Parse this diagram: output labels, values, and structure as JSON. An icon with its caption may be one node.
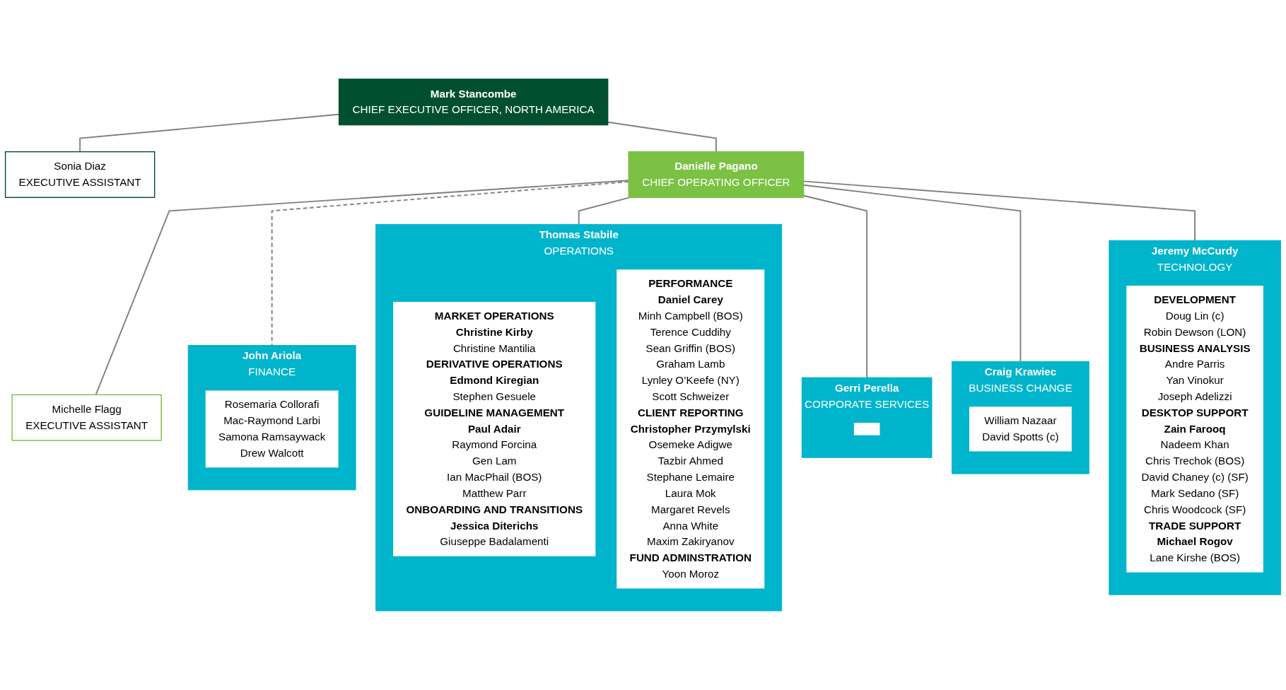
{
  "diagram": {
    "nodes": [
      {
        "text": [
          "Mark Stancombe",
          "CHIEF EXECUTIVE OFFICER, NORTH AMERICA"
        ]
      },
      {
        "text": [
          "Sonia Diaz",
          "EXECUTIVE ASSISTANT"
        ]
      },
      {
        "text": [
          "Danielle Pagano",
          "CHIEF OPERATING OFFICER"
        ]
      },
      {
        "text": [
          "Michelle Flagg",
          "EXECUTIVE ASSISTANT"
        ]
      },
      {
        "text": [
          "John Ariola",
          "FINANCE"
        ]
      },
      {
        "text": [
          "Rosemaria Collorafi",
          "Mac-Raymond Larbi",
          "Samona Ramsaywack",
          "Drew Walcott"
        ],
        "in": 4
      },
      {
        "text": [
          "Thomas Stabile",
          "OPERATIONS"
        ]
      },
      {
        "text": [
          "MARKET OPERATIONS",
          "Christine Kirby",
          "Christine Mantilia",
          "DERIVATIVE OPERATIONS",
          "Edmond Kiregian",
          "Stephen Gesuele",
          "GUIDELINE MANAGEMENT",
          "Paul Adair",
          "Raymond Forcina",
          "Gen Lam",
          "Ian MacPhail (BOS)",
          "Matthew Parr",
          "ONBOARDING AND TRANSITIONS",
          "Jessica Diterichs",
          "Giuseppe Badalamenti"
        ],
        "in": 6
      },
      {
        "text": [
          "PERFORMANCE",
          "Daniel Carey",
          "Minh Campbell (BOS)",
          "Terence Cuddihy",
          "Sean Griffin (BOS)",
          "Graham Lamb",
          "Lynley O’Keefe (NY)",
          "Scott Schweizer",
          "CLIENT REPORTING",
          "Christopher Przymylski",
          "Osemeke Adigwe",
          "Tazbir Ahmed",
          "Stephane Lemaire",
          "Laura Mok",
          "Margaret Revels",
          "Anna White",
          "Maxim Zakiryanov",
          "FUND ADMINSTRATION",
          "Yoon Moroz"
        ],
        "in": 6
      },
      {
        "text": [
          "Gerri Perella",
          "CORPORATE SERVICES"
        ]
      },
      {
        "text": [],
        "shape": "box",
        "in": 9
      },
      {
        "text": [
          "Craig Krawiec",
          "BUSINESS CHANGE"
        ]
      },
      {
        "text": [
          "William Nazaar",
          "David Spotts (c)"
        ],
        "in": 11
      },
      {
        "text": [
          "Jeremy McCurdy",
          "TECHNOLOGY"
        ]
      },
      {
        "text": [
          "DEVELOPMENT",
          "Doug Lin (c)",
          "Robin Dewson (LON)",
          "BUSINESS ANALYSIS",
          "Andre Parris",
          "Yan Vinokur",
          "Joseph Adelizzi",
          "DESKTOP SUPPORT",
          "Zain Farooq",
          "Nadeem Khan",
          "Chris Trechok (BOS)",
          "David Chaney (c) (SF)",
          "Mark Sedano (SF)",
          "Chris Woodcock (SF)",
          "TRADE SUPPORT",
          "Michael Rogov",
          "Lane Kirshe (BOS)"
        ],
        "in": 13
      }
    ],
    "edges": [
      {
        "from": 0,
        "to": 1,
        "arrow": "none"
      },
      {
        "from": 0,
        "to": 2,
        "arrow": "none"
      },
      {
        "from": 2,
        "to": 3,
        "arrow": "none"
      },
      {
        "from": 2,
        "to": 4,
        "arrow": "none",
        "style": "dashed"
      },
      {
        "from": 2,
        "to": 6,
        "arrow": "none"
      },
      {
        "from": 2,
        "to": 9,
        "arrow": "none"
      },
      {
        "from": 2,
        "to": 11,
        "arrow": "none"
      },
      {
        "from": 2,
        "to": 13,
        "arrow": "none"
      }
    ]
  }
}
